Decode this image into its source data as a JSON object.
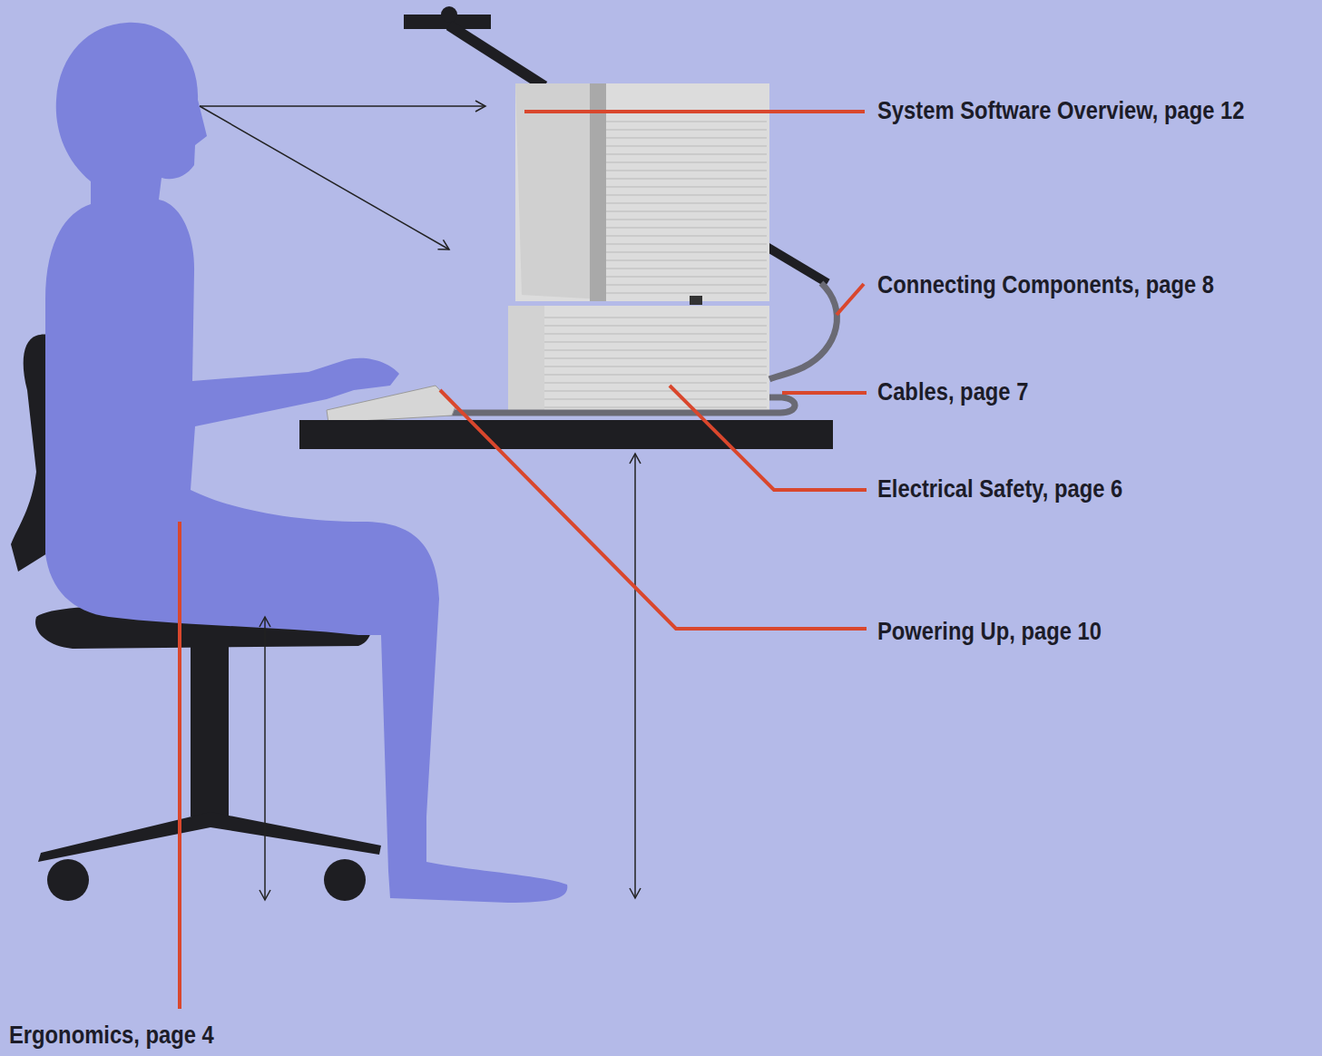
{
  "diagram": {
    "labels": [
      "System Software Overview, page 12",
      "Connecting Components, page 8",
      "Cables, page 7",
      "Electrical Safety, page 6",
      "Powering Up, page 10",
      "Ergonomics, page 4"
    ]
  }
}
